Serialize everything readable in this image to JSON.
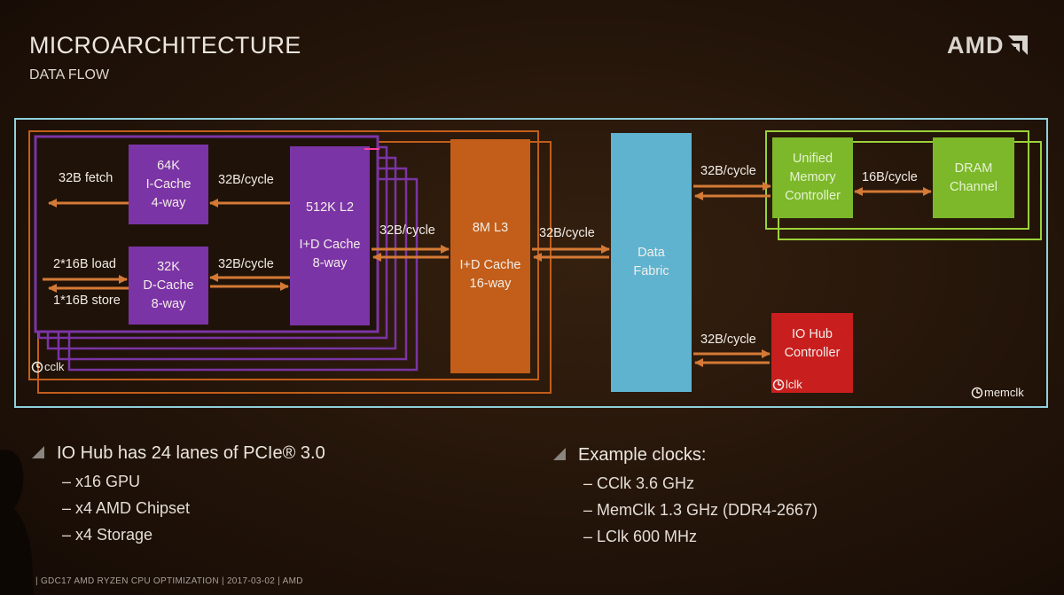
{
  "slide": {
    "title": "MICROARCHITECTURE",
    "subtitle": "DATA FLOW",
    "logo_text": "AMD",
    "logo_icon": "amd-arrow-logo"
  },
  "diagram": {
    "blocks": {
      "icache": [
        "64K",
        "I-Cache",
        "4-way"
      ],
      "dcache": [
        "32K",
        "D-Cache",
        "8-way"
      ],
      "l2": [
        "512K L2",
        "",
        "I+D Cache",
        "8-way"
      ],
      "l3": [
        "8M L3",
        "",
        "I+D Cache",
        "16-way"
      ],
      "data_fabric": [
        "Data",
        "Fabric"
      ],
      "umc": [
        "Unified",
        "Memory",
        "Controller"
      ],
      "dram": [
        "DRAM",
        "Channel"
      ],
      "iohub": [
        "IO Hub",
        "Controller"
      ]
    },
    "labels": {
      "fetch": "32B fetch",
      "load": "2*16B load",
      "store": "1*16B store",
      "ic_l2": "32B/cycle",
      "dc_l2": "32B/cycle",
      "l2_l3": "32B/cycle",
      "l3_df": "32B/cycle",
      "df_umc": "32B/cycle",
      "umc_dram": "16B/cycle",
      "df_io": "32B/cycle"
    },
    "clocks": {
      "cclk": "cclk",
      "memclk": "memclk",
      "lclk": "lclk",
      "icon": "clock-icon"
    },
    "colors": {
      "core_purple": "#7b34a6",
      "l3_orange": "#c25e1a",
      "fabric_blue": "#5fb3cf",
      "memory_green": "#7cb82a",
      "io_red": "#c81e1e",
      "frame_cyan": "#8fd0dc",
      "arrow_orange": "#d47a36"
    }
  },
  "bullets": {
    "left": {
      "head": "IO Hub has 24 lanes of PCIe® 3.0",
      "items": [
        "– x16 GPU",
        "– x4 AMD Chipset",
        "– x4 Storage"
      ]
    },
    "right": {
      "head": "Example clocks:",
      "items": [
        "– CClk 3.6 GHz",
        "– MemClk 1.3 GHz (DDR4-2667)",
        "– LClk 600 MHz"
      ]
    }
  },
  "footer": {
    "text": "|   GDC17 AMD RYZEN CPU OPTIMIZATION   |   2017-03-02   |   AMD"
  }
}
